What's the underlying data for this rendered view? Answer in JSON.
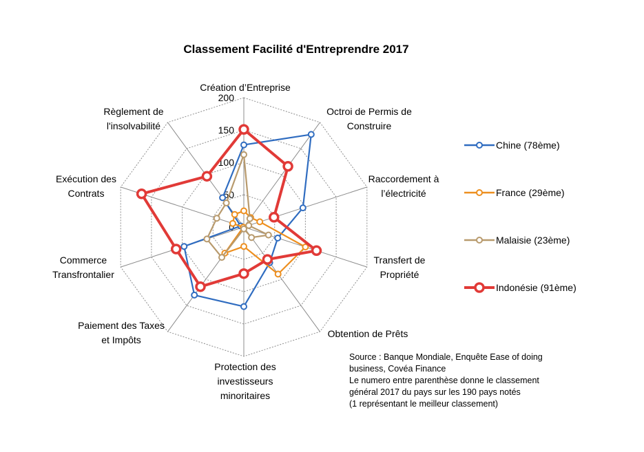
{
  "chart_data": {
    "type": "radar",
    "title": "Classement Facilité d'Entreprendre 2017",
    "axes": [
      [
        "Création d’Entreprise"
      ],
      [
        "Octroi de Permis de",
        "Construire"
      ],
      [
        "Raccordement à",
        "l’électricité"
      ],
      [
        "Transfert de",
        "Propriété"
      ],
      [
        "Obtention de Prêts"
      ],
      [
        "Protection des",
        "investisseurs",
        "minoritaires"
      ],
      [
        "Paiement des Taxes",
        "et Impôts"
      ],
      [
        "Commerce",
        "Transfrontalier"
      ],
      [
        "Exécution des",
        "Contrats"
      ],
      [
        "Règlement de",
        "l'insolvabilité"
      ]
    ],
    "rlim": [
      0,
      200
    ],
    "ticks": [
      "0",
      "50",
      "100",
      "150",
      "200"
    ],
    "tick_values": [
      0,
      50,
      100,
      150,
      200
    ],
    "grid": true,
    "legend_position": "right",
    "series": [
      {
        "name": "Chine (78ème)",
        "color": "#2f6cc0",
        "values": [
          127,
          177,
          96,
          55,
          68,
          123,
          130,
          97,
          5,
          56
        ]
      },
      {
        "name": "France (29ème)",
        "color": "#ed8f1f",
        "values": [
          25,
          18,
          26,
          100,
          90,
          30,
          50,
          1,
          18,
          24
        ]
      },
      {
        "name": "Malaisie (23ème)",
        "color": "#b89a6d",
        "values": [
          112,
          16,
          8,
          40,
          20,
          3,
          58,
          60,
          44,
          46
        ]
      },
      {
        "name": "Indonésie (91ème)",
        "color": "#e13a37",
        "values": [
          151,
          116,
          49,
          118,
          62,
          72,
          114,
          110,
          166,
          97
        ]
      }
    ]
  },
  "source_lines": [
    "Source : Banque Mondiale, Enquête Ease of doing",
    "business, Covéa Finance",
    "Le numero entre parenthèse donne le classement",
    "général 2017 du pays sur les 190 pays notés",
    "(1 représentant le meilleur classement)"
  ]
}
